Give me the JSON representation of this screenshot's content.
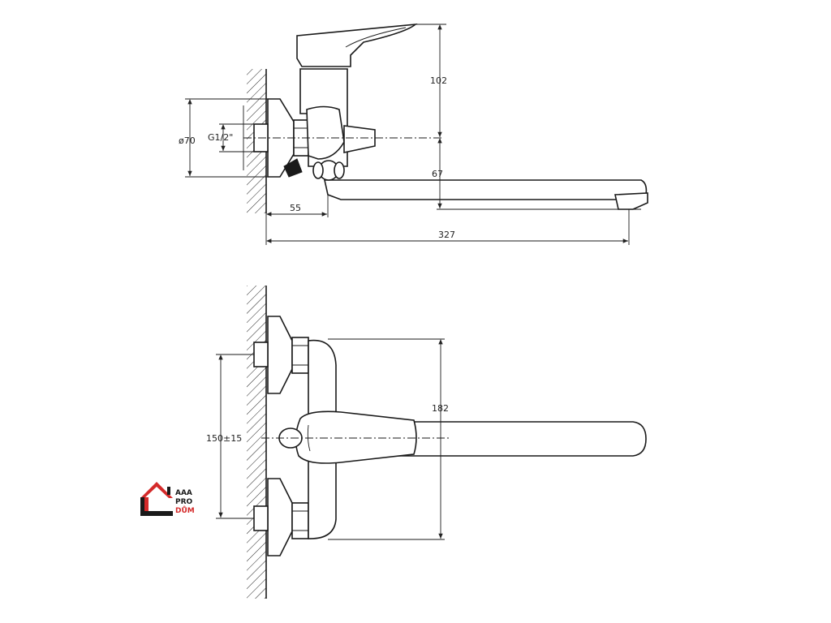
{
  "dimensions": {
    "top_height": "102",
    "flange_diameter": "ø70",
    "thread": "G1/2\"",
    "spout_height": "67",
    "wall_offset": "55",
    "total_length": "327",
    "body_height": "182",
    "inlet_spacing": "150±15"
  },
  "logo": {
    "line1": "AAA",
    "line2": "PRO",
    "line3": "DŮM",
    "accent": "#d42a2a"
  }
}
